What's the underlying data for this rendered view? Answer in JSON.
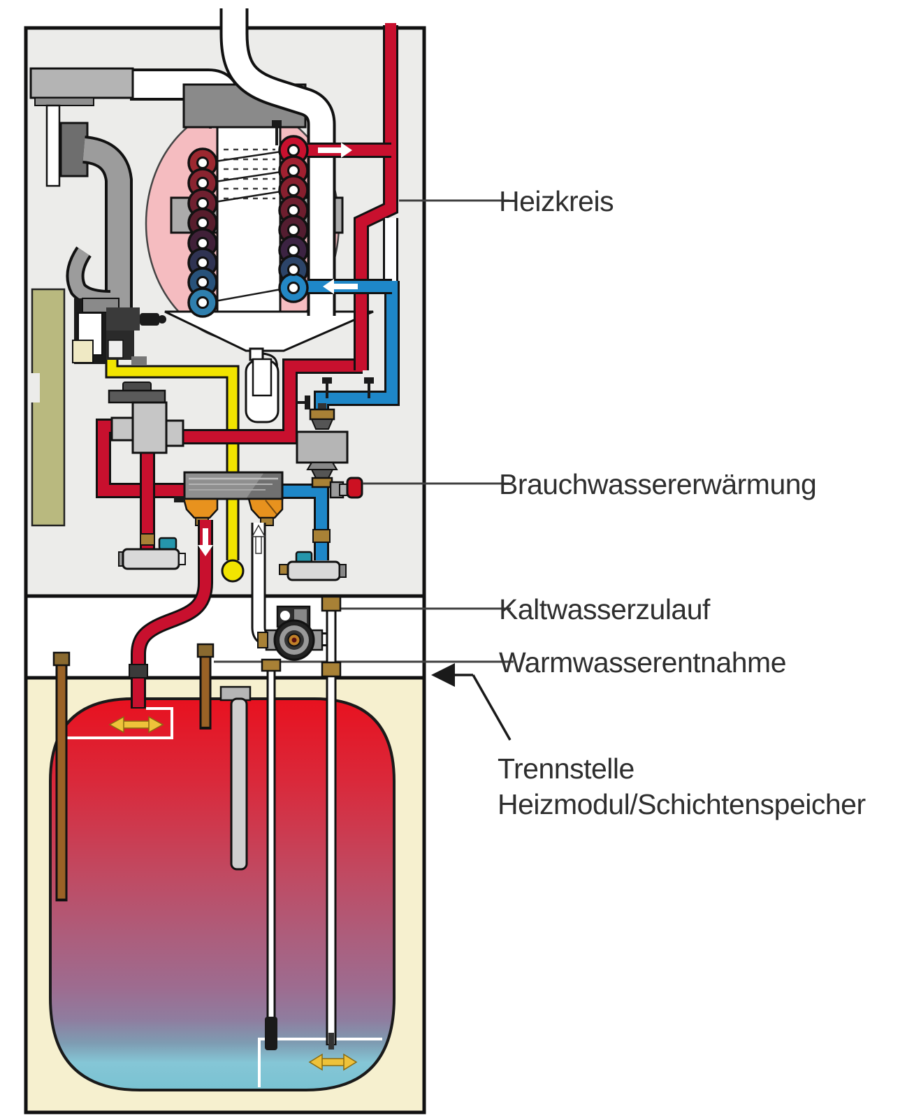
{
  "diagram": {
    "type": "heating-system-schematic",
    "labels": {
      "heizkreis": "Heizkreis",
      "brauchwasser": "Brauchwassererwärmung",
      "kaltwasser": "Kaltwasserzulauf",
      "warmwasser": "Warmwasserentnahme",
      "trennstelle_line1": "Trennstelle",
      "trennstelle_line2": "Heizmodul/Schichtenspeicher"
    },
    "colors": {
      "heating_flow_red": "#c8102e",
      "heating_return_blue": "#1e87c8",
      "gas_yellow": "#f2e400",
      "module_background": "#ececea",
      "tank_panel_background": "#f6f0cf",
      "tank_hot": "#e8111f",
      "tank_cold": "#79c2d2",
      "combustion_chamber_pink": "#f5bcc0",
      "brass_fitting": "#a88136",
      "dhw_fitting_orange": "#e8921e",
      "olive_panel": "#b9b97f"
    }
  }
}
